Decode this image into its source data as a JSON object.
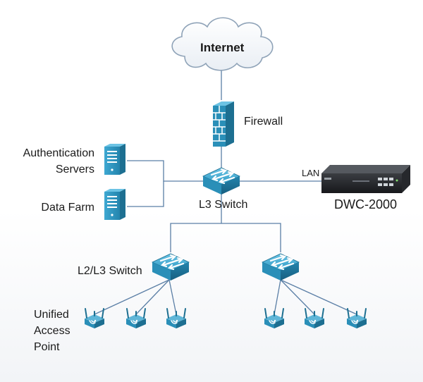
{
  "labels": {
    "internet": "Internet",
    "firewall": "Firewall",
    "auth_line1": "Authentication",
    "auth_line2": "Servers",
    "data_farm": "Data Farm",
    "l3_switch": "L3 Switch",
    "lan": "LAN",
    "dwc": "DWC-2000",
    "l2l3_switch": "L2/L3 Switch",
    "ap_line1": "Unified",
    "ap_line2": "Access",
    "ap_line3": "Point"
  },
  "colors": {
    "line": "#5b7fa6",
    "device_teal": "#2a8fb8",
    "device_dark": "#1d6f91",
    "device_light": "#5fb6d8",
    "cloud_stroke": "#8fa3b8"
  }
}
